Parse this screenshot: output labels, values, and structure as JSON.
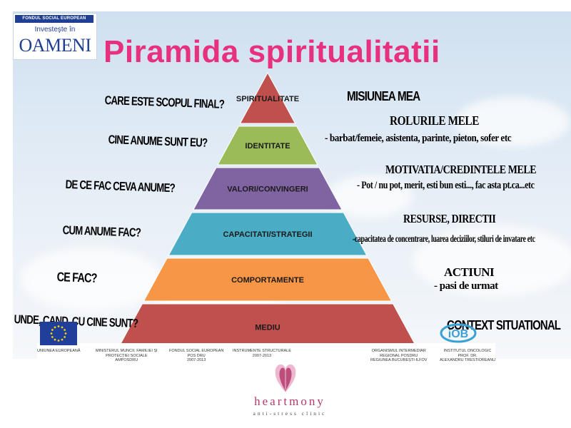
{
  "header": {
    "logo_top": "FONDUL SOCIAL EUROPEAN",
    "logo_mid": "Investeşte în",
    "logo_big": "OAMENI",
    "title": "Piramida spiritualitatii"
  },
  "pyramid": {
    "tiers": [
      {
        "label": "SPIRITUALITATE",
        "color": "#c0504d"
      },
      {
        "label": "IDENTITATE",
        "color": "#9bbb59"
      },
      {
        "label": "VALORI/CONVINGERI",
        "color": "#8064a2"
      },
      {
        "label": "CAPACITATI/STRATEGII",
        "color": "#4bacc6"
      },
      {
        "label": "COMPORTAMENTE",
        "color": "#f79646"
      },
      {
        "label": "MEDIU",
        "color": "#c0504d"
      }
    ]
  },
  "questions": [
    "CARE ESTE SCOPUL FINAL?",
    "CINE ANUME SUNT EU?",
    "DE CE FAC CEVA ANUME?",
    "CUM ANUME FAC?",
    "CE FAC?",
    "UNDE, CAND, CU CINE SUNT?"
  ],
  "answers": {
    "a1": "MISIUNEA MEA",
    "a2_title": "ROLURILE MELE",
    "a2_detail": "- barbat/femeie, asistenta, parinte, pieton, sofer etc",
    "a3_title": "MOTIVATIA/CREDINTELE MELE",
    "a3_detail": "- Pot / nu pot, merit, esti bun esti..., fac asta pt.ca...etc",
    "a4_title": "RESURSE, DIRECTII",
    "a4_detail": "-capacitatea de concentrare, luarea deciziilor, stiluri de invatare etc",
    "a5_title": "ACTIUNI",
    "a5_detail": "- pasi de urmat",
    "a6": "CONTEXT SITUATIONAL"
  },
  "footer": {
    "labels": [
      "UNIUNEA EUROPEANĂ",
      "MINISTERUL MUNCII, FAMILIEI ȘI\nPROTECȚIEI SOCIALE\nAMPOSDRU",
      "FONDUL SOCIAL EUROPEAN\nPOS DRU\n2007-2013",
      "INSTRUMENTE STRUCTURALE\n2007-2013",
      "ORGANISMUL INTERMEDIAR\nREGIONAL POSDRU\nREGIUNEA BUCUREȘTI-ILFOV",
      "INSTITUTUL ONCOLOGIC\nPROF. DR.\nALEXANDRU TRESTIOREANU"
    ],
    "ios_text": "iOB"
  },
  "brand": {
    "name": "heartmony",
    "tagline": "anti-stress clinic",
    "color": "#b43a6b"
  },
  "colors": {
    "title": "#e7317f",
    "eu_blue": "#1f3f9a",
    "eu_gold": "#f7d10a"
  }
}
